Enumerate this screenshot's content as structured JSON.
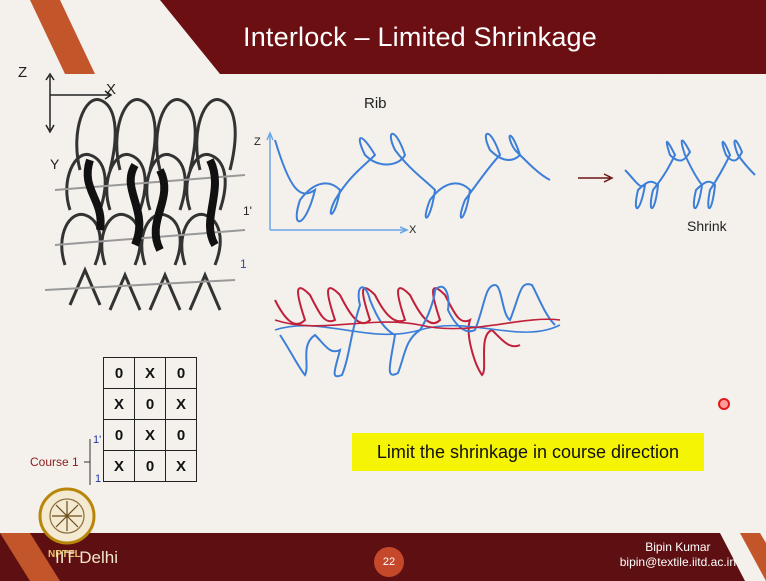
{
  "slide": {
    "title": "Interlock – Limited Shrinkage",
    "page_number": "22",
    "footer_left": "IIT Delhi",
    "logo_text": "NPTEL",
    "author_name": "Bipin Kumar",
    "author_email": "bipin@textile.iitd.ac.in"
  },
  "fabric_diagram": {
    "axis_z": "Z",
    "axis_x": "X",
    "axis_y": "Y",
    "label_1p": "1'",
    "label_1": "1"
  },
  "rib_diagram": {
    "title": "Rib",
    "axis_z": "Z",
    "axis_x": "X",
    "shrink_label": "Shrink"
  },
  "notation_grid": {
    "rows": [
      [
        "0",
        "X",
        "0"
      ],
      [
        "X",
        "0",
        "X"
      ],
      [
        "0",
        "X",
        "0"
      ],
      [
        "X",
        "0",
        "X"
      ]
    ],
    "course_label": "Course 1",
    "row_label_1p": "1'",
    "row_label_1": "1"
  },
  "callout": "Limit the shrinkage in course direction",
  "colors": {
    "header": "#6b0f12",
    "blue_yarn": "#3d7fd8",
    "red_yarn": "#c0203a",
    "highlight": "#f4f404"
  }
}
